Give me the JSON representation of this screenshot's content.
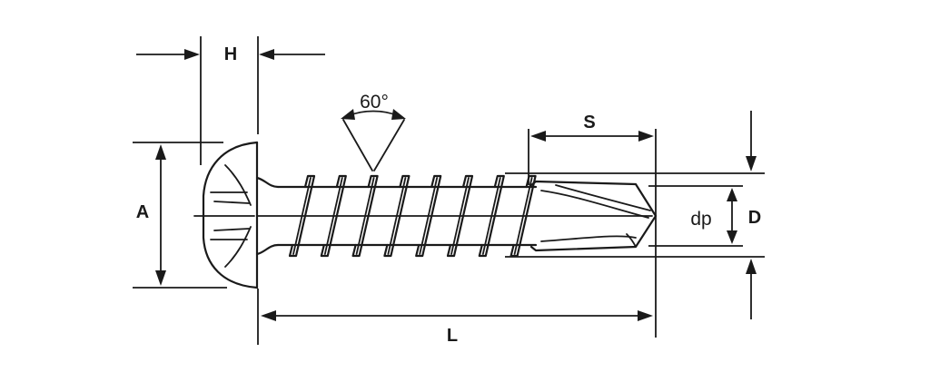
{
  "labels": {
    "head_height": "H",
    "head_diameter": "A",
    "thread_angle": "60°",
    "drill_length": "S",
    "thread_diameter": "D",
    "drill_point_diameter": "dp",
    "length": "L"
  },
  "colors": {
    "line": "#1a1a1a",
    "background": "#ffffff"
  }
}
